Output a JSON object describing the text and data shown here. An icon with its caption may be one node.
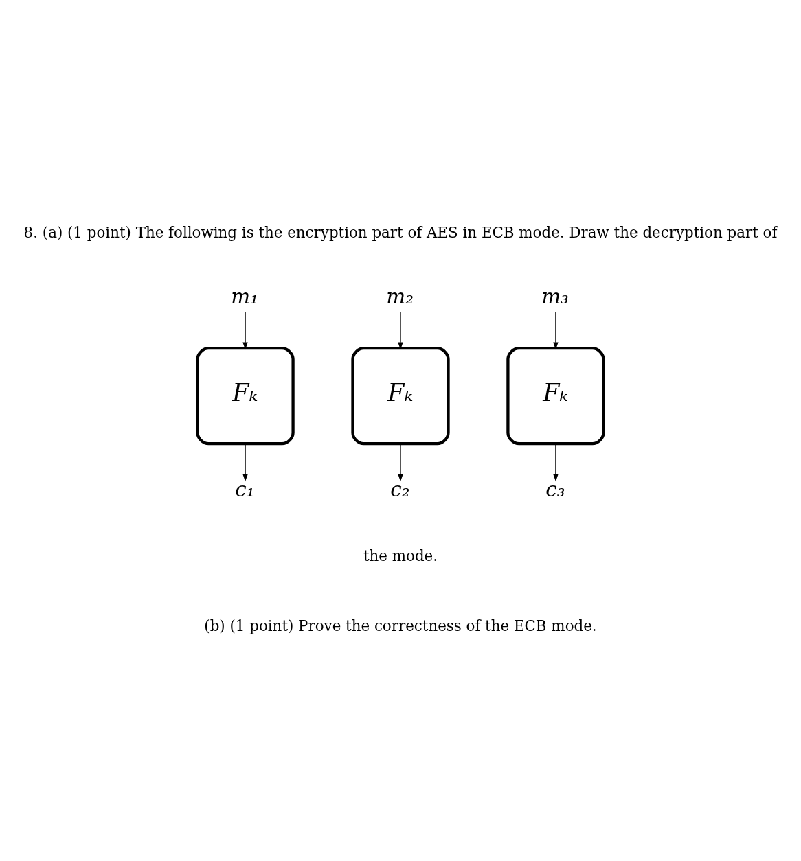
{
  "diagram": {
    "nodes": [
      {
        "text": [
          "m₁"
        ]
      },
      {
        "text": [
          "m₂"
        ]
      },
      {
        "text": [
          "m₃"
        ]
      },
      {
        "text": [
          "Fₖ"
        ]
      },
      {
        "text": [
          "Fₖ"
        ]
      },
      {
        "text": [
          "Fₖ"
        ]
      },
      {
        "text": [
          "c₁"
        ]
      },
      {
        "text": [
          "c₂"
        ]
      },
      {
        "text": [
          "c₃"
        ]
      }
    ],
    "edges": [
      {
        "from": 0,
        "to": 3,
        "arrow": "to"
      },
      {
        "from": 1,
        "to": 4,
        "arrow": "to"
      },
      {
        "from": 2,
        "to": 5,
        "arrow": "to"
      },
      {
        "from": 3,
        "to": 6,
        "arrow": "to"
      },
      {
        "from": 4,
        "to": 7,
        "arrow": "to"
      },
      {
        "from": 5,
        "to": 8,
        "arrow": "to"
      }
    ],
    "labels": [
      "8. (a) (1 point) The following is the encryption part of AES in ECB mode. Draw the decryption part of",
      "the mode.",
      "(b) (1 point) Prove the correctness of the ECB mode."
    ]
  }
}
